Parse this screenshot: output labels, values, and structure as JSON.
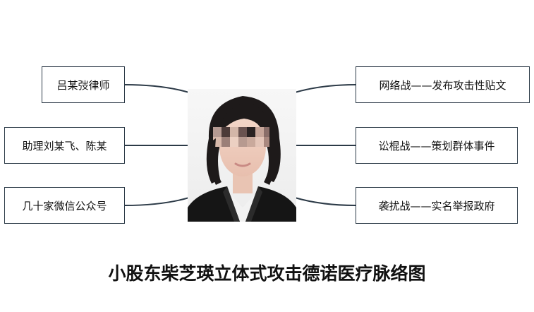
{
  "left_nodes": [
    {
      "label": "吕某弢律师"
    },
    {
      "label": "助理刘某飞、陈某"
    },
    {
      "label": "几十家微信公众号"
    }
  ],
  "right_nodes": [
    {
      "label": "网络战——发布攻击性贴文"
    },
    {
      "label": "讼棍战——策划群体事件"
    },
    {
      "label": "袭扰战——实名举报政府"
    }
  ],
  "center_image": {
    "content": "portrait photo of a woman with short dark hair, eyes pixelated"
  },
  "caption": "小股东柴芝瑛立体式攻击德诺医疗脉络图",
  "colors": {
    "node_border": "#2c3a47",
    "connector": "#2c3a47",
    "text": "#111111"
  }
}
